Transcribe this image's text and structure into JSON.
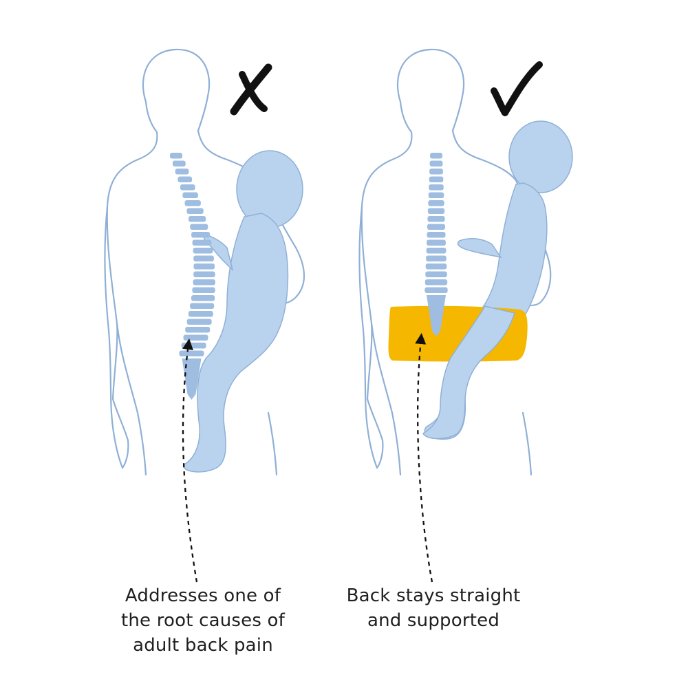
{
  "panels": [
    {
      "id": "incorrect",
      "mark": "cross-mark-icon",
      "spine_alignment": "curved",
      "support_belt": false,
      "caption_lines": [
        "Addresses one of",
        "the root causes of",
        "adult back pain"
      ]
    },
    {
      "id": "correct",
      "mark": "check-mark-icon",
      "spine_alignment": "straight",
      "support_belt": true,
      "caption_lines": [
        "Back stays straight",
        "and supported"
      ]
    }
  ],
  "colors": {
    "outline": "#8fb0d6",
    "child_fill": "#b9d3ee",
    "vertebra": "#9ebde0",
    "belt": "#f5b700",
    "mark": "#111111",
    "arrow": "#111111",
    "text": "#1f1f1f"
  }
}
